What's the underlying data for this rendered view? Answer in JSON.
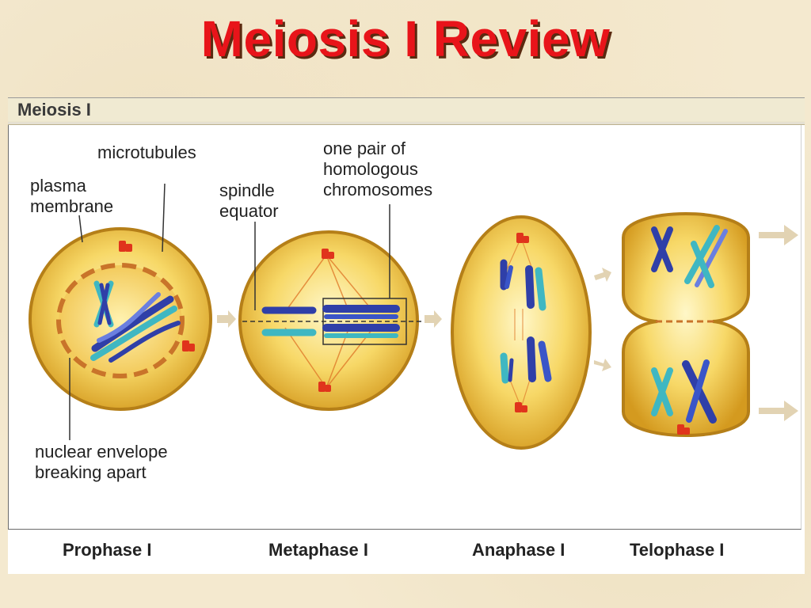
{
  "title": "Meiosis I Review",
  "panel": {
    "header": "Meiosis I"
  },
  "labels": {
    "microtubules": "microtubules",
    "plasma_membrane": "plasma\nmembrane",
    "spindle_equator": "spindle\nequator",
    "homologous_pair": "one pair of\nhomologous\nchromosomes",
    "nuclear_envelope": "nuclear envelope\nbreaking apart"
  },
  "phases": [
    "Prophase I",
    "Metaphase I",
    "Anaphase I",
    "Telophase I"
  ],
  "colors": {
    "title": "#e8141a",
    "title_shadow": "#5a2a10",
    "cell_fill": "#f2c53a",
    "cell_edge": "#b57f18",
    "chromosome_dark": "#2f3fa8",
    "chromosome_light": "#3fb7c2",
    "centrosome": "#e0341c",
    "arrow": "#e2d3b3"
  }
}
